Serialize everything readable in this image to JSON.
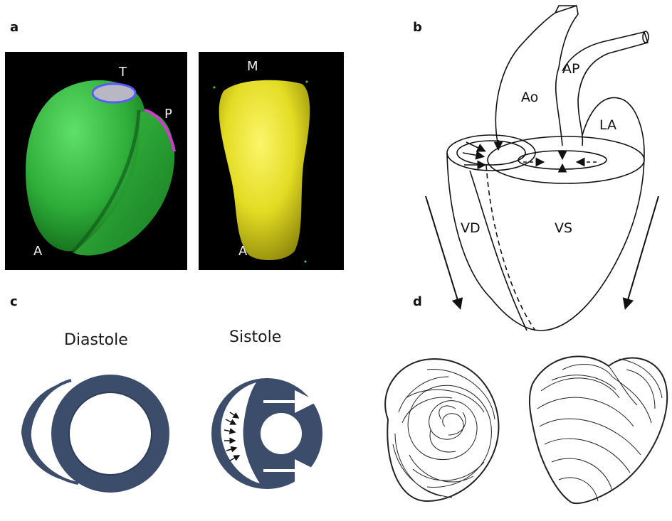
{
  "panels": {
    "a": {
      "letter": "a",
      "left_model": {
        "label_top": "T",
        "label_right": "P",
        "label_bottom": "A",
        "color": "#2fae3a"
      },
      "right_model": {
        "label_top": "M",
        "label_bottom": "A",
        "color": "#e3dc24"
      }
    },
    "b": {
      "letter": "b",
      "labels": {
        "aorta": "Ao",
        "pulmonary_artery": "AP",
        "left_atrium": "LA",
        "right_ventricle": "VD",
        "left_ventricle": "VS"
      }
    },
    "c": {
      "letter": "c",
      "diastole_title": "Diastole",
      "systole_title": "Sistole",
      "ring_color": "#3b4d6b"
    },
    "d": {
      "letter": "d"
    }
  }
}
